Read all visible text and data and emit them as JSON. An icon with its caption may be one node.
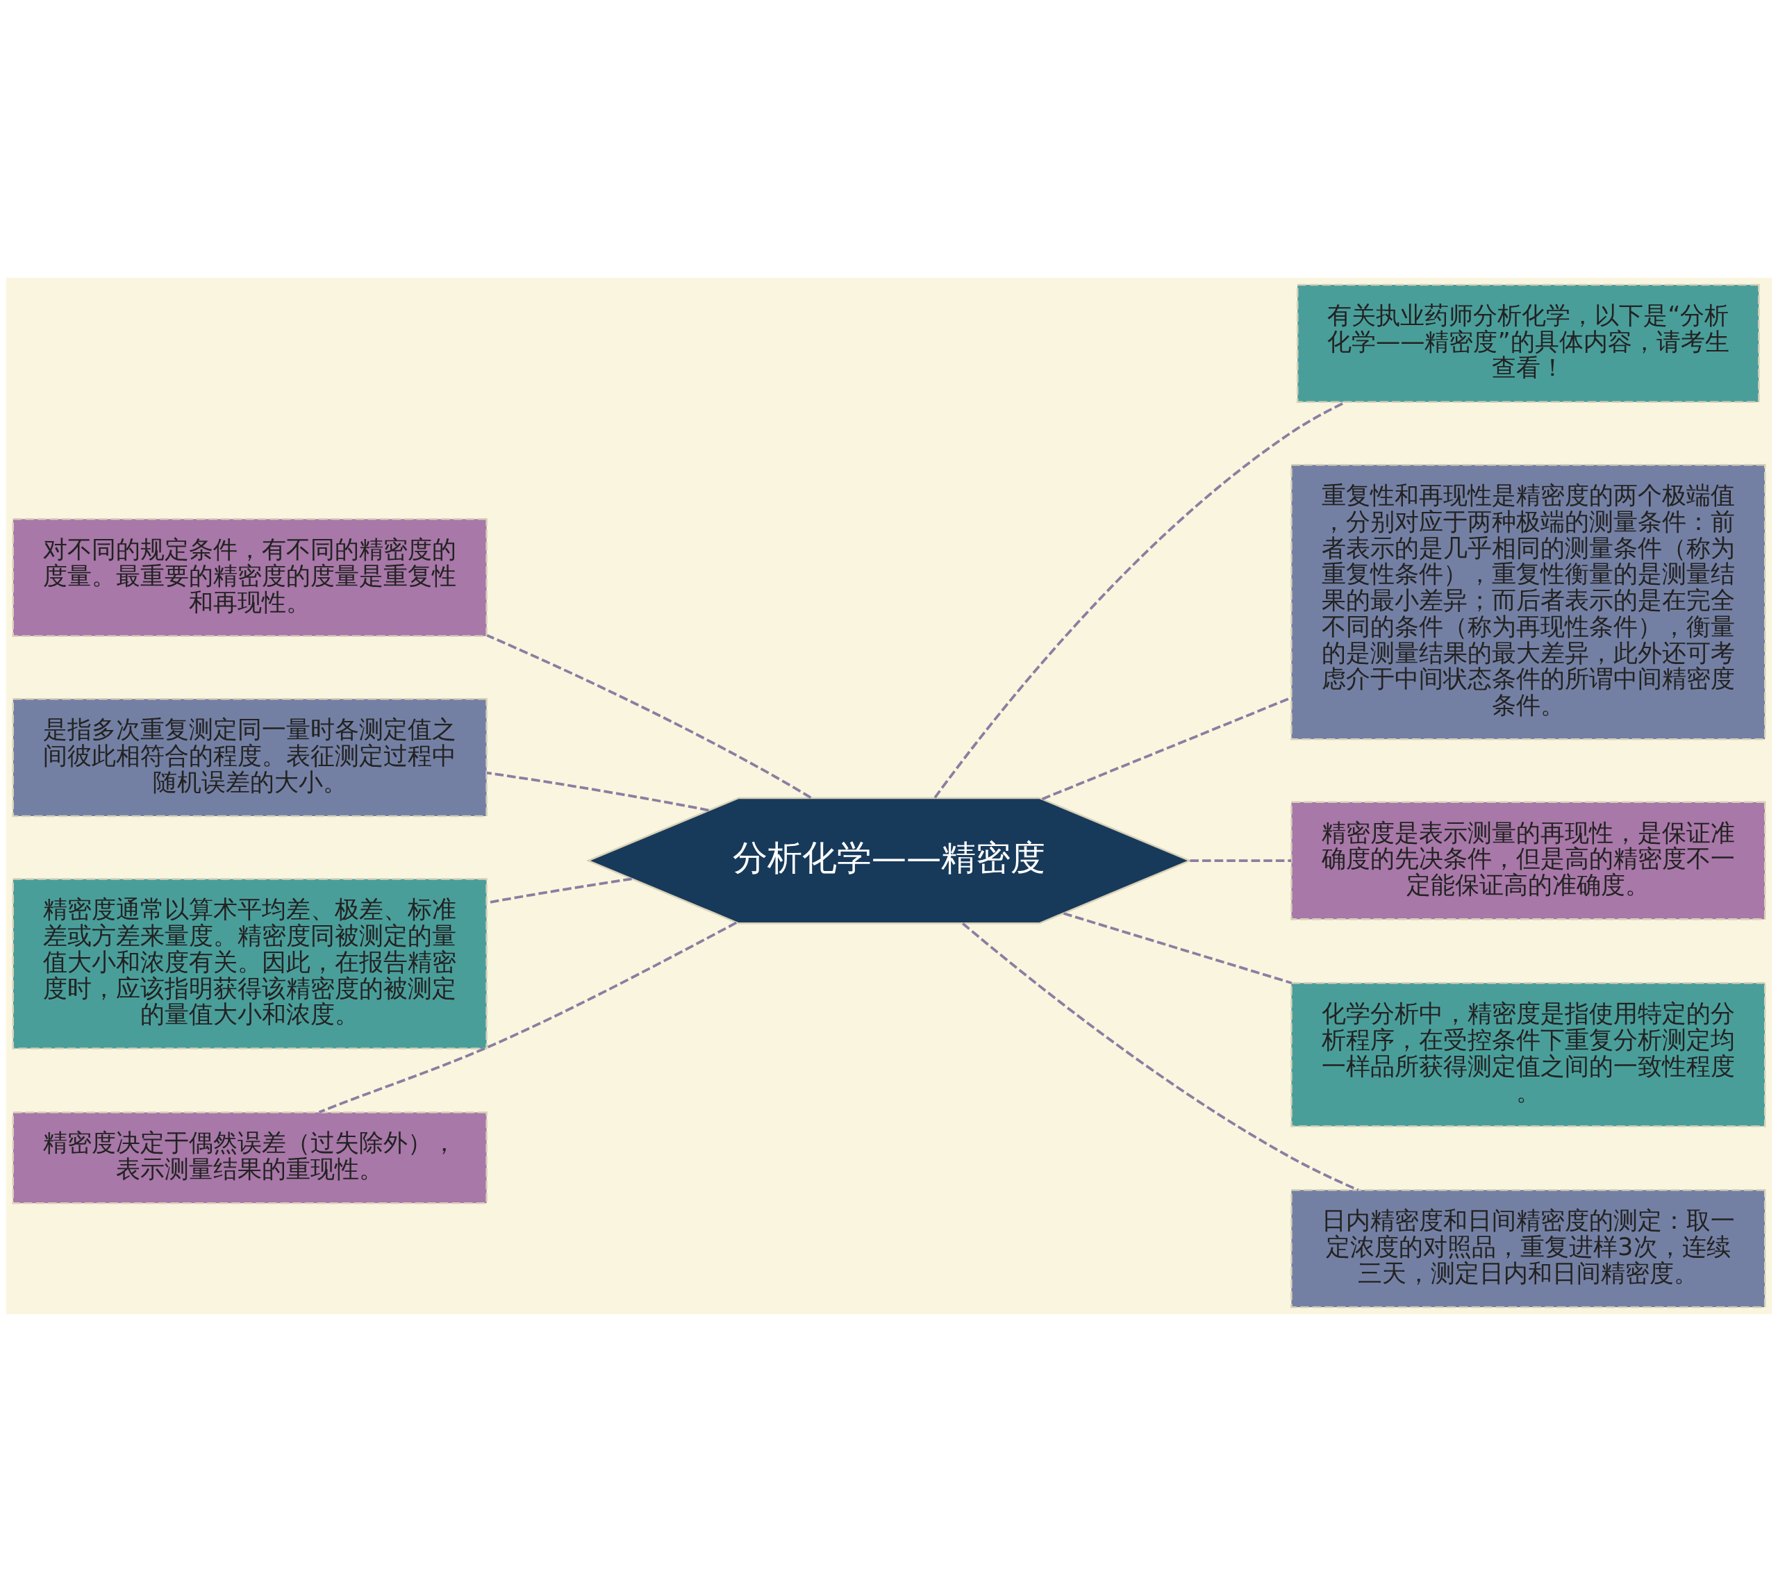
{
  "diagram": {
    "nodes": [
      {
        "text": [
          "分析化学——精密度"
        ]
      },
      {
        "text": [
          "有关执业药师分析化学，以下是“分析化学——精密度”的具体内容，请考生查看！"
        ]
      },
      {
        "text": [
          "重复性和再现性是精密度的两个极端值，分别对应于两种极端的测量条件：前者表示的是几乎相同的测量条件（称为重复性条件），重复性衡量的是测量结果的最小差异；而后者表示的是在完全不同的条件（称为再现性条件），衡量的是测量结果的最大差异，此外还可考虑介于中间状态条件的所谓中间精密度条件。"
        ]
      },
      {
        "text": [
          "精密度是表示测量的再现性，是保证准确度的先决条件，但是高的精密度不一定能保证高的准确度。"
        ]
      },
      {
        "text": [
          "化学分析中，精密度是指使用特定的分析程序，在受控条件下重复分析测定均一样品所获得测定值之间的一致性程度。"
        ]
      },
      {
        "text": [
          "日内精密度和日间精密度的测定：取一定浓度的对照品，重复进样3次，连续三天，测定日内和日间精密度。"
        ]
      },
      {
        "text": [
          "对不同的规定条件，有不同的精密度的度量。最重要的精密度的度量是重复性和再现性。"
        ]
      },
      {
        "text": [
          "是指多次重复测定同一量时各测定值之间彼此相符合的程度。表征测定过程中随机误差的大小。"
        ]
      },
      {
        "text": [
          "精密度通常以算术平均差、极差、标准差或方差来量度。精密度同被测定的量值大小和浓度有关。因此，在报告精密度时，应该指明获得该精密度的被测定的量值大小和浓度。"
        ]
      },
      {
        "text": [
          "精密度决定于偶然误差（过失除外），表示测量结果的重现性。"
        ]
      }
    ],
    "edges": [
      {
        "from": 0,
        "to": 1,
        "arrow": "none",
        "style": "dashed"
      },
      {
        "from": 0,
        "to": 2,
        "arrow": "none",
        "style": "dashed"
      },
      {
        "from": 0,
        "to": 3,
        "arrow": "none",
        "style": "dashed"
      },
      {
        "from": 0,
        "to": 4,
        "arrow": "none",
        "style": "dashed"
      },
      {
        "from": 0,
        "to": 5,
        "arrow": "none",
        "style": "dashed"
      },
      {
        "from": 0,
        "to": 6,
        "arrow": "none",
        "style": "dashed"
      },
      {
        "from": 0,
        "to": 7,
        "arrow": "none",
        "style": "dashed"
      },
      {
        "from": 0,
        "to": 8,
        "arrow": "none",
        "style": "dashed"
      },
      {
        "from": 0,
        "to": 9,
        "arrow": "none",
        "style": "dashed"
      }
    ]
  }
}
